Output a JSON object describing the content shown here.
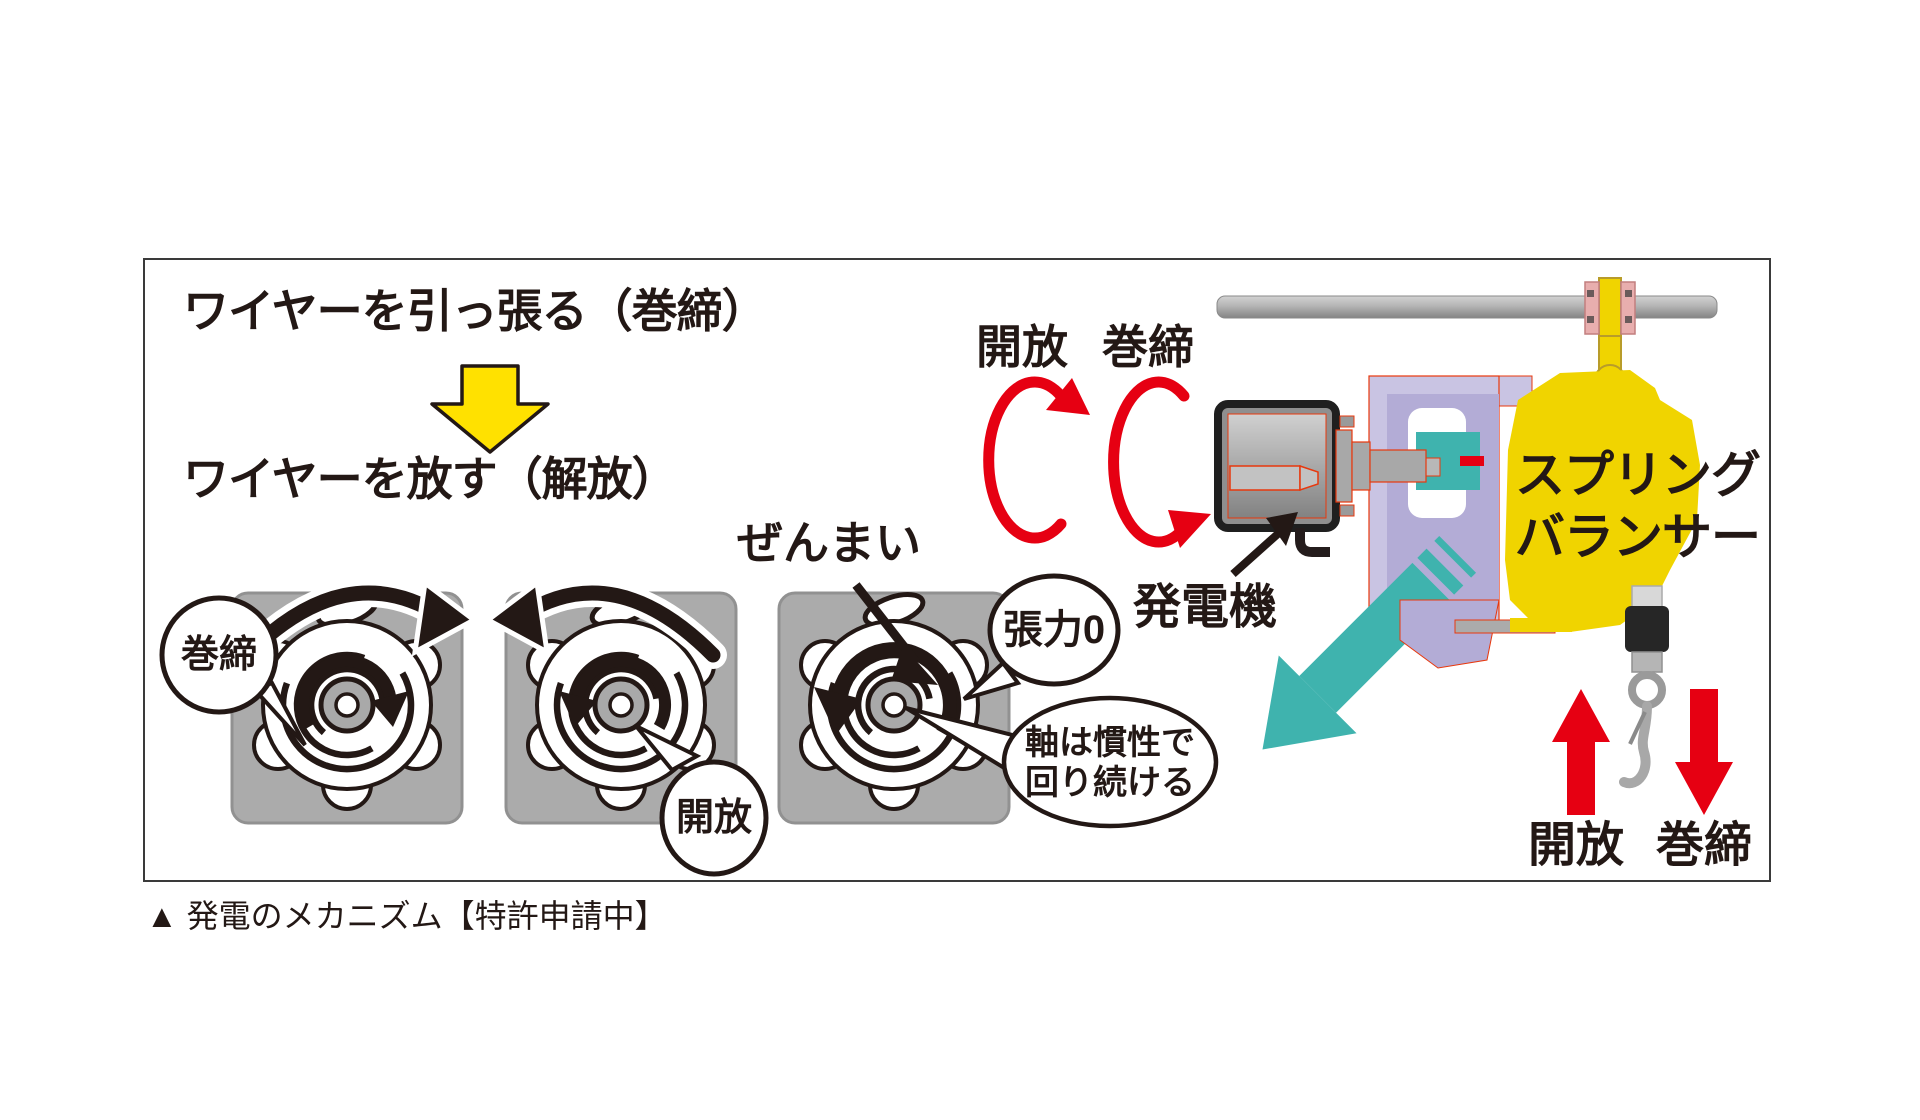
{
  "figure": {
    "caption": "▲ 発電のメカニズム【特許申請中】"
  },
  "flow": {
    "pull": "ワイヤーを引っ張る（巻締）",
    "release": "ワイヤーを放す（解放）"
  },
  "spring_panel": {
    "mainspring_label": "ぜんまい",
    "bubble_wind": "巻締",
    "bubble_release": "開放",
    "bubble_tension_zero": "張力0",
    "bubble_inertia_line1": "軸は慣性で",
    "bubble_inertia_line2": "回り続ける"
  },
  "machine_panel": {
    "rotation_release": "開放",
    "rotation_wind": "巻締",
    "generator_label": "発電機",
    "balancer_line1": "スプリング",
    "balancer_line2": "バランサー",
    "wire_release": "開放",
    "wire_wind": "巻締"
  },
  "colors": {
    "ink": "#231815",
    "accent_red": "#e60012",
    "arrow_yellow": "#ffe100",
    "balancer_yellow": "#f0d400",
    "teal": "#3fb3ae",
    "panel_gray": "#ababab",
    "lavender": "#c9c4e3",
    "cad_outline_red": "#e8380d"
  }
}
